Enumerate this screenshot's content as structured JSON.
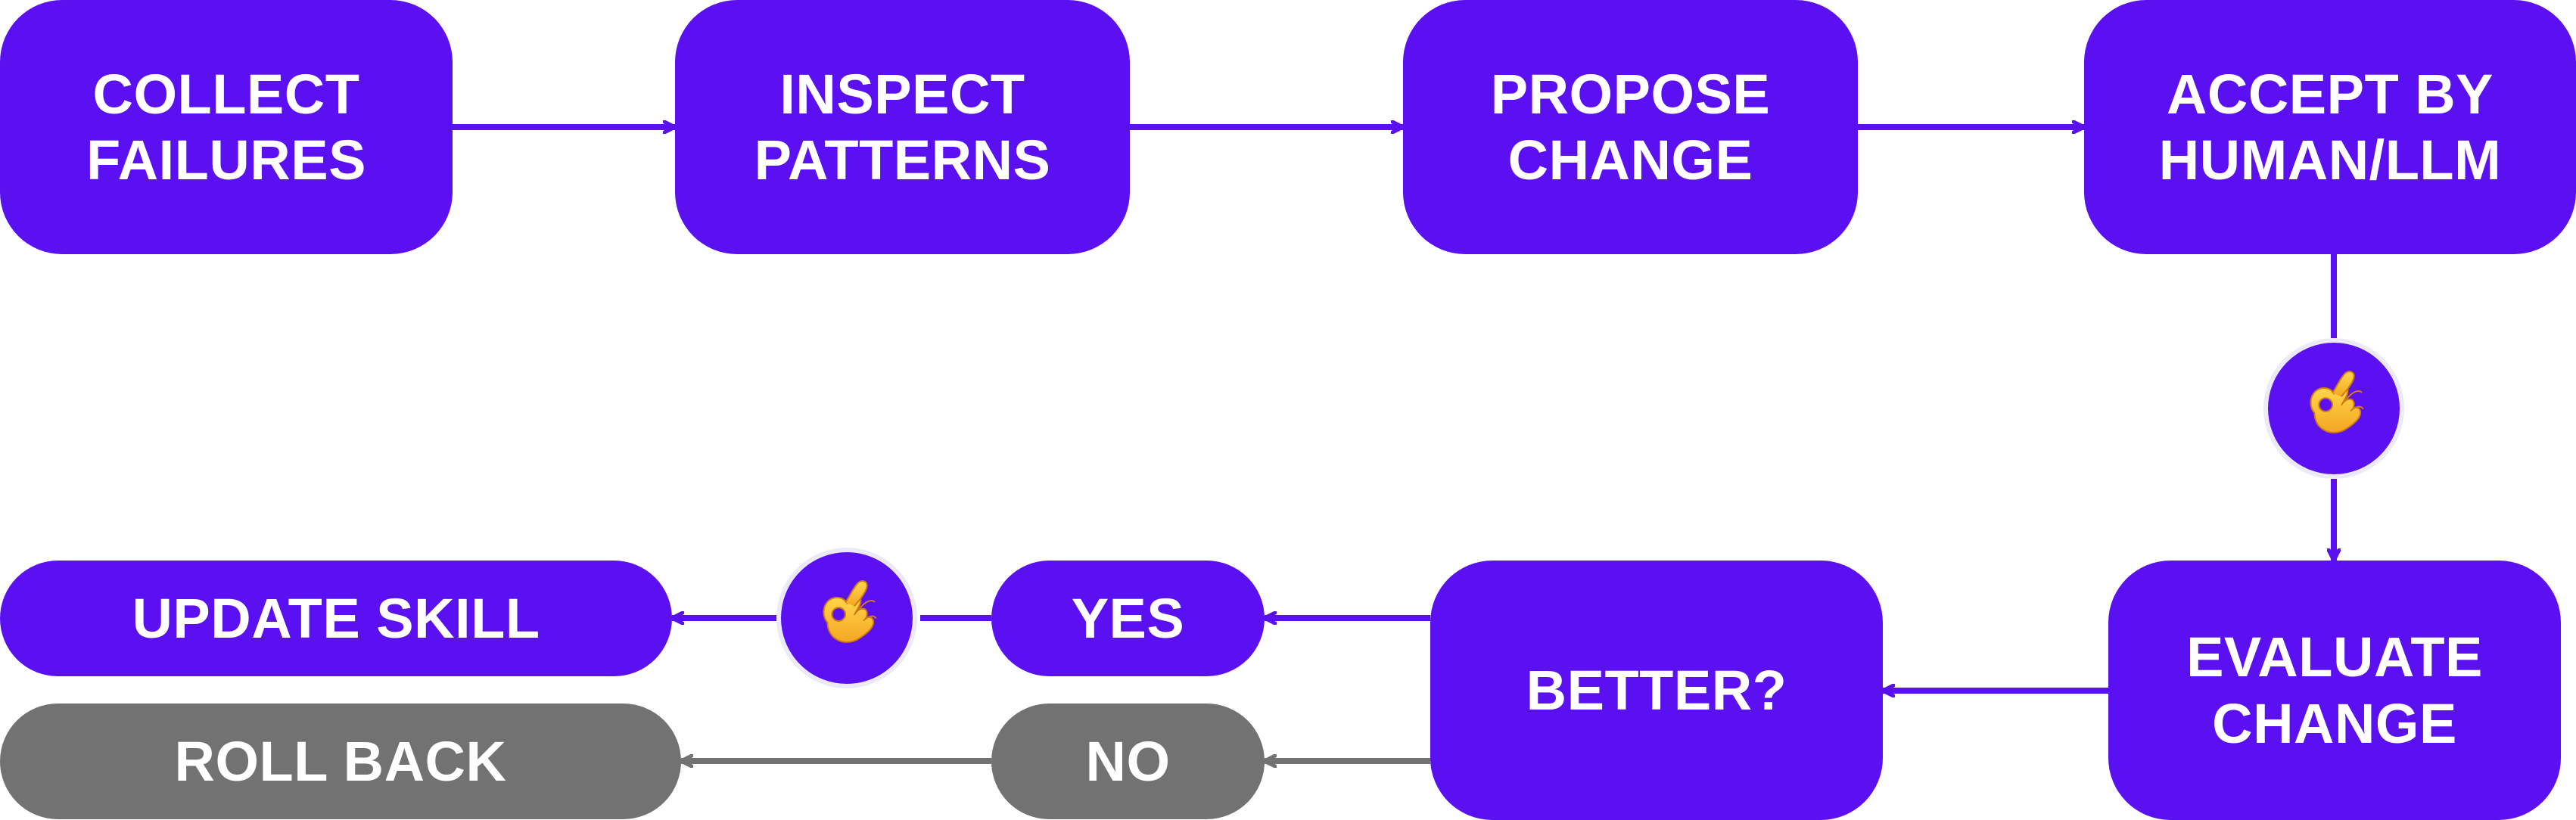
{
  "diagram": {
    "colors": {
      "primary": "#5A10F0",
      "secondary": "#727272",
      "text": "#FFFFFF",
      "badge_border": "#EDEAF7"
    },
    "nodes": {
      "collect_failures": {
        "label": "COLLECT\nFAILURES"
      },
      "inspect_patterns": {
        "label": "INSPECT\nPATTERNS"
      },
      "propose_change": {
        "label": "PROPOSE\nCHANGE"
      },
      "accept_by": {
        "label": "ACCEPT BY\nHUMAN/LLM"
      },
      "evaluate_change": {
        "label": "EVALUATE\nCHANGE"
      },
      "better": {
        "label": "BETTER?"
      },
      "yes": {
        "label": "YES"
      },
      "no": {
        "label": "NO"
      },
      "update_skill": {
        "label": "UPDATE SKILL"
      },
      "roll_back": {
        "label": "ROLL BACK"
      }
    },
    "badges": {
      "approval": {
        "icon": "ok-hand-icon"
      },
      "yes_approval": {
        "icon": "ok-hand-icon"
      }
    }
  }
}
